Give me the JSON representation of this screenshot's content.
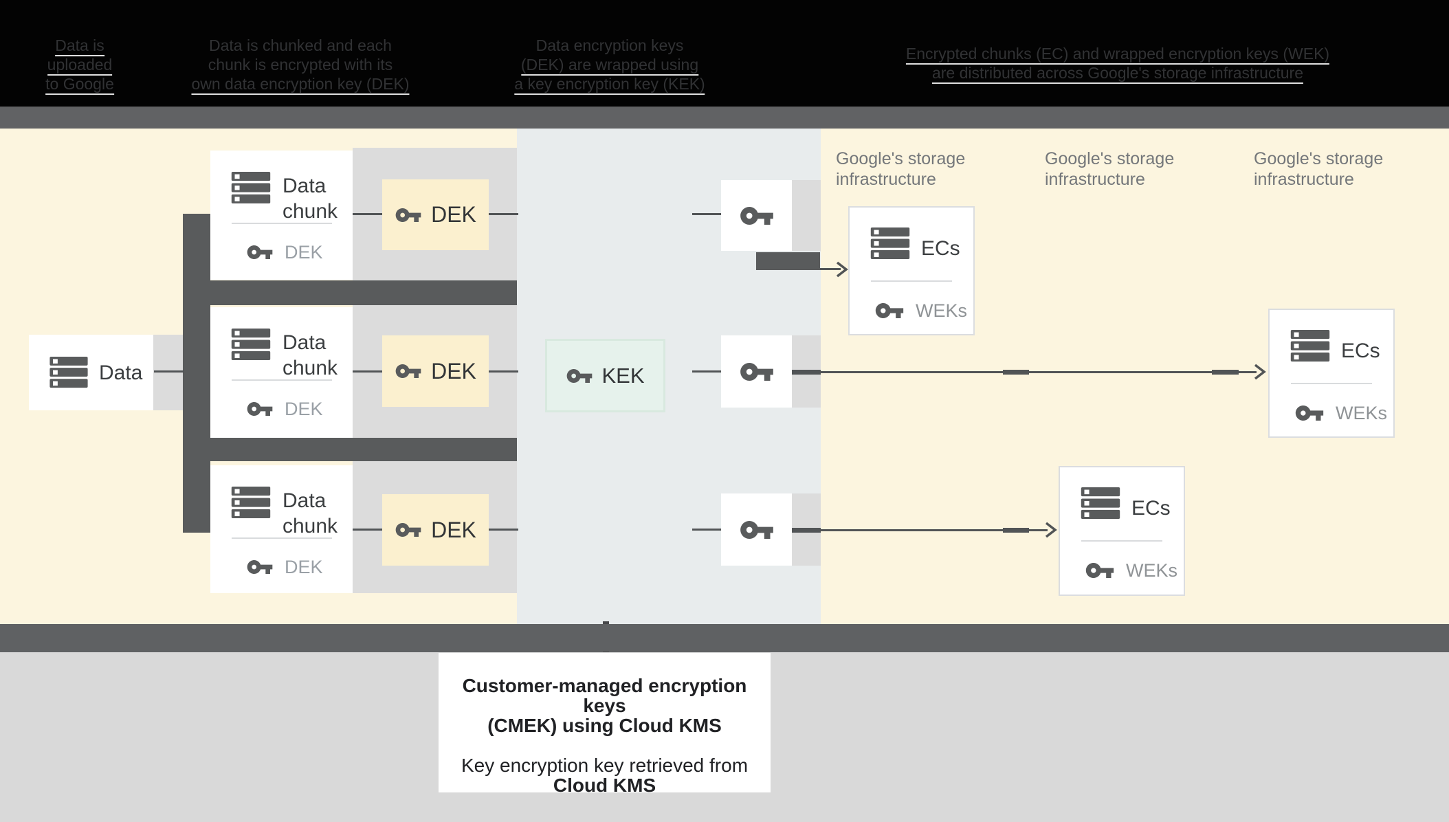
{
  "header": {
    "columns": [
      {
        "lines": [
          "Data is",
          "uploaded",
          "to Google"
        ]
      },
      {
        "lines": [
          "Data is chunked and each",
          "chunk is encrypted with its",
          "own data encryption key (DEK)"
        ]
      },
      {
        "lines": [
          "Data encryption keys",
          "(DEK) are wrapped using",
          "a key encryption key (KEK)"
        ]
      },
      {
        "lines": [
          "Encrypted chunks (EC) and wrapped encryption keys (WEK)",
          "are distributed across Google's storage infrastructure"
        ]
      }
    ]
  },
  "diagram": {
    "data_box": {
      "label": "Data"
    },
    "chunk_box": {
      "title_line1": "Data",
      "title_line2": "chunk",
      "key_label": "DEK"
    },
    "dek_box": {
      "label": "DEK"
    },
    "kek_box": {
      "label": "KEK"
    },
    "ecs_box": {
      "title": "ECs",
      "key_label": "WEKs"
    },
    "storage_label": {
      "line1": "Google's storage",
      "line2": "infrastructure"
    }
  },
  "caption": {
    "title_line1": "Customer-managed encryption keys",
    "title_line2": "(CMEK) using Cloud KMS",
    "body_line1": "Key encryption key retrieved from",
    "body_line2": "Cloud KMS"
  },
  "icons": {
    "server": "server-stack-icon",
    "key": "key-icon",
    "arrowhead": "arrow-right-icon"
  },
  "colors": {
    "header_bg": "#030303",
    "band_gray": "#616264",
    "canvas_cream": "#FCF5DF",
    "kms_panel": "#E8ECED",
    "dek_fill": "#FBF0CF",
    "kek_fill": "#E6F2EC",
    "kek_border": "#D8E9DF",
    "connector_dark": "#595B5C",
    "line": "#515456",
    "stripe_gray": "#DCDCDC",
    "footer_gray": "#D9D9D9",
    "text_dark": "#3B3E40",
    "text_gray": "#9AA0A6",
    "storage_label_gray": "#74777A"
  }
}
